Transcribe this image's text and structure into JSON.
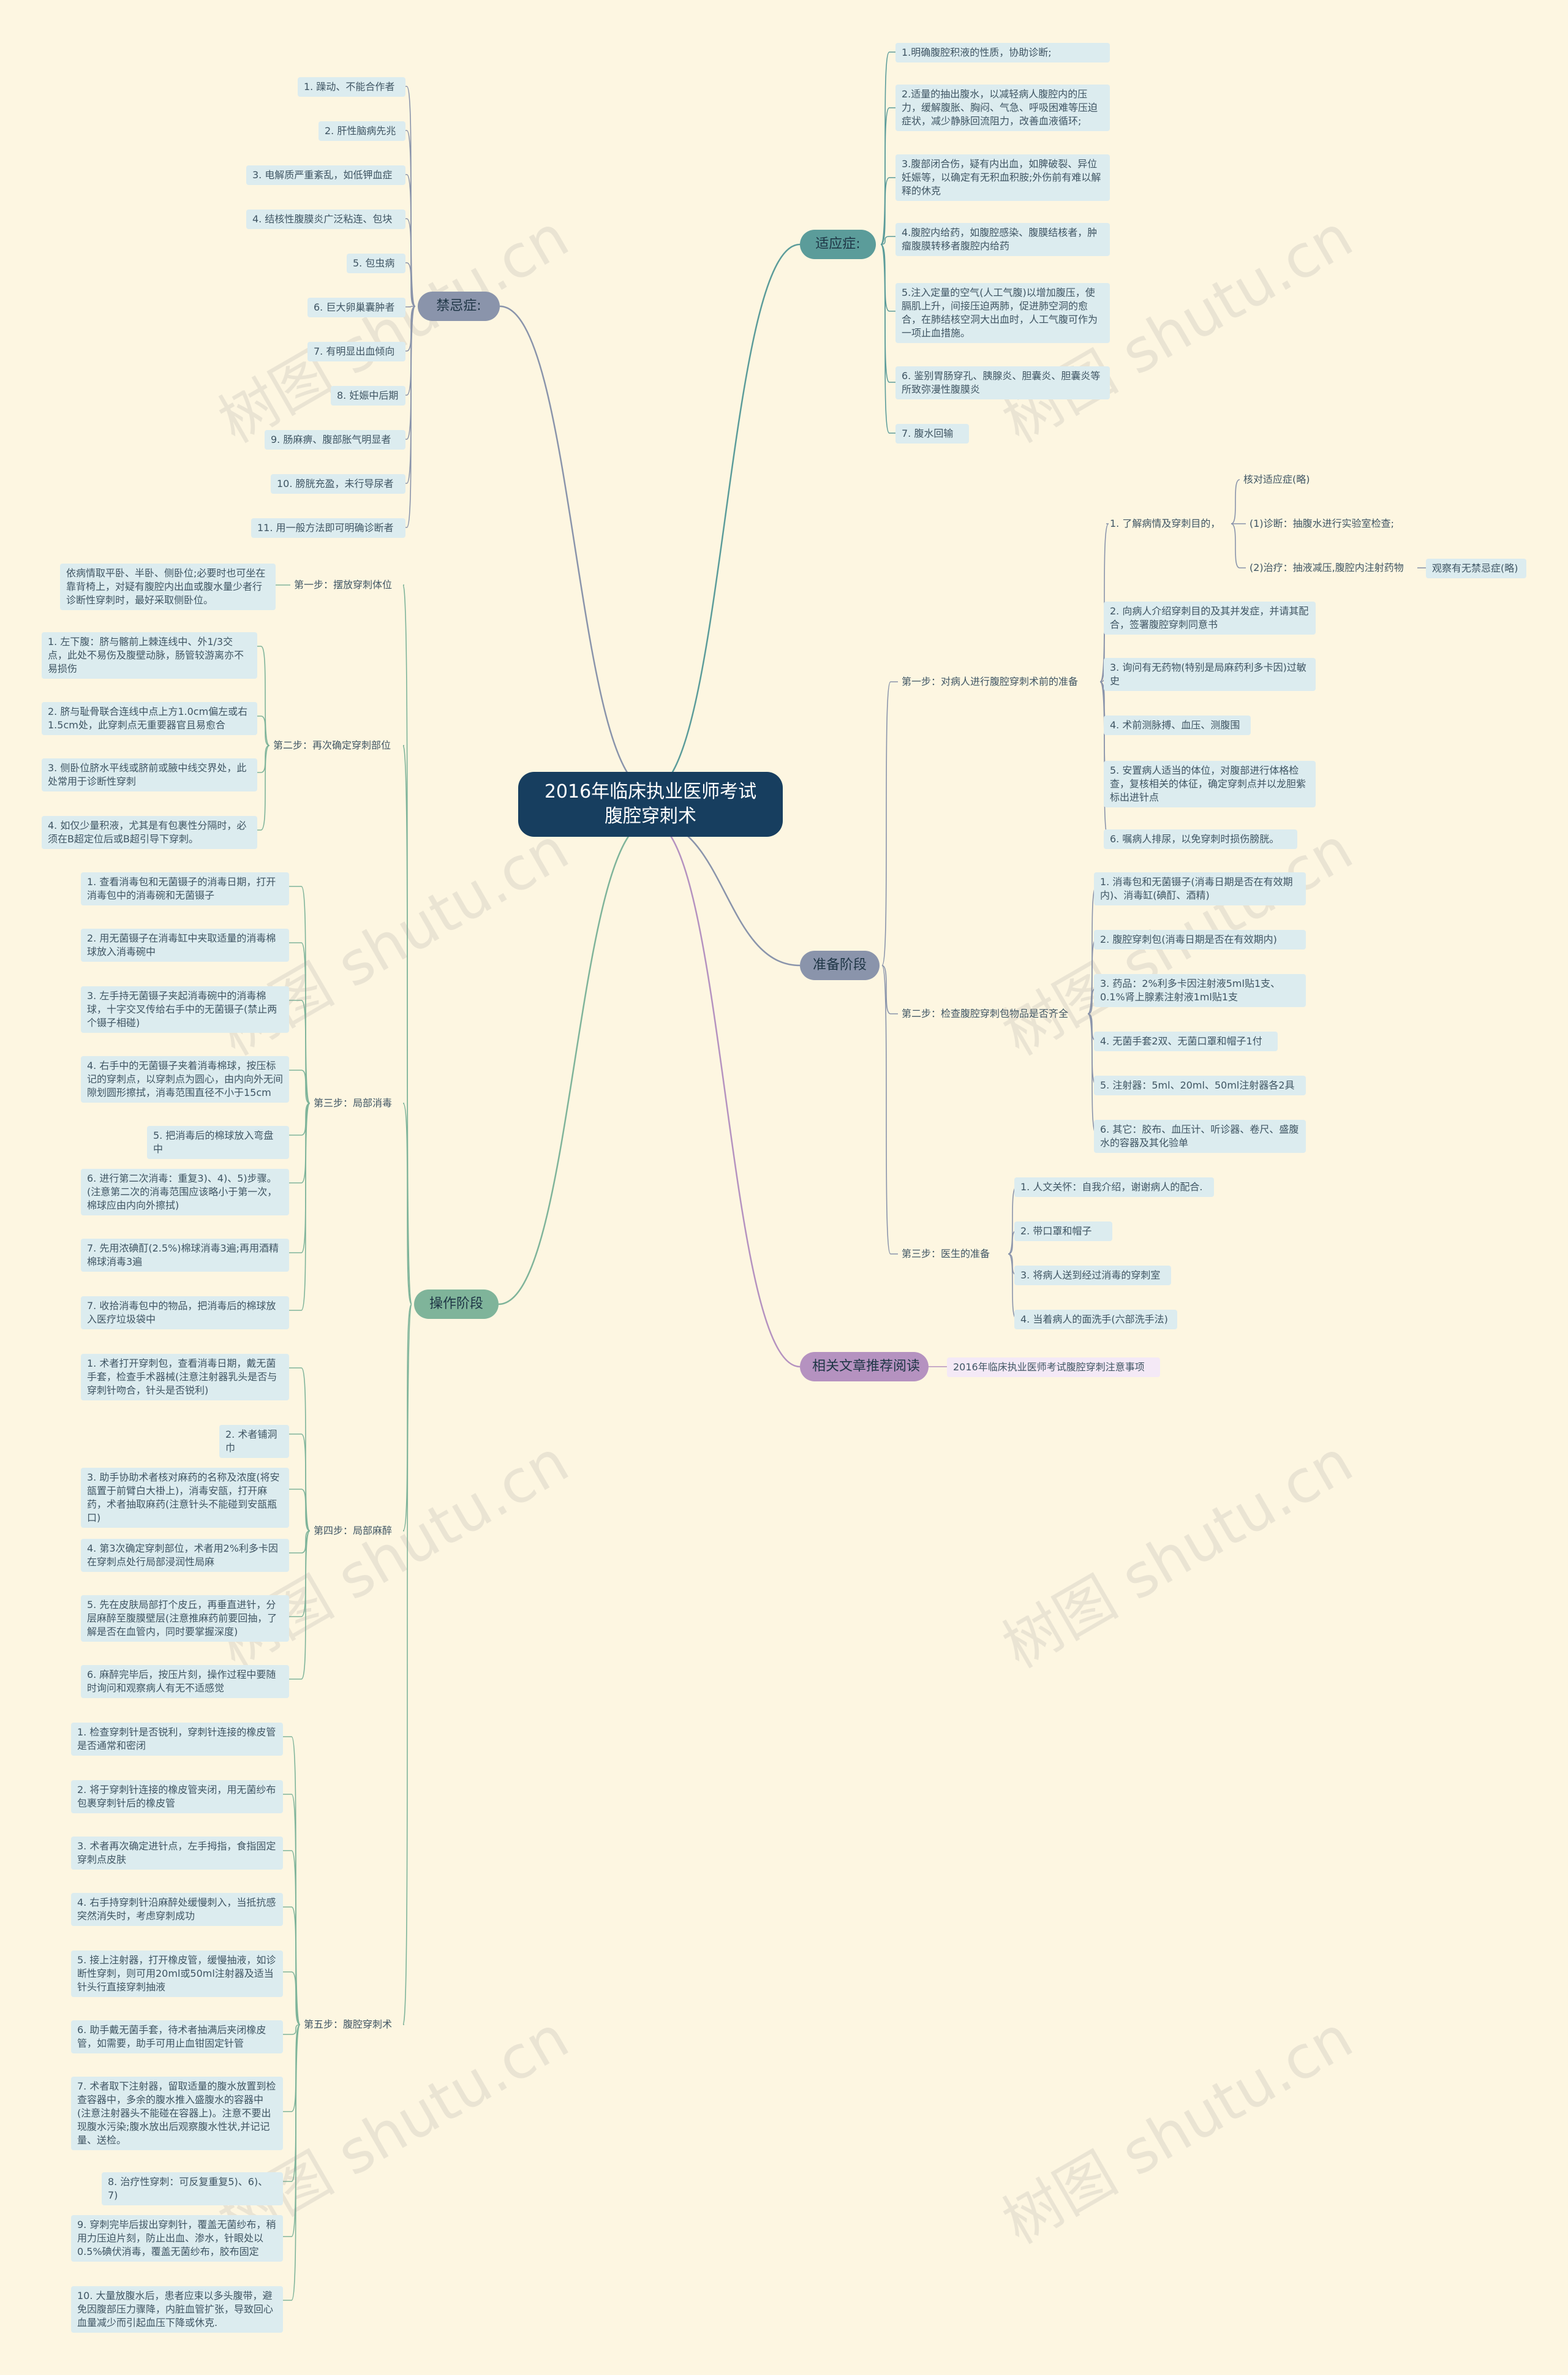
{
  "root": {
    "line1": "2016年临床执业医师考试",
    "line2": "腹腔穿刺术"
  },
  "watermark": {
    "text": "树图 shutu.cn"
  },
  "colors": {
    "background": "#fdf6e1",
    "root": "#173e5f",
    "leaf": "#dcecef",
    "indications": "#5b9c9a",
    "contraindications": "#8a94ab",
    "preparation": "#8a94ab",
    "operation": "#7fb49a",
    "related": "#b592c0"
  },
  "indications": {
    "label": "适应症:",
    "items": [
      "1.明确腹腔积液的性质，协助诊断;",
      "2.适量的抽出腹水，以减轻病人腹腔内的压力，缓解腹胀、胸闷、气急、呼吸困难等压迫症状，减少静脉回流阻力，改善血液循环;",
      "3.腹部闭合伤，疑有内出血，如脾破裂、异位妊娠等，以确定有无积血积胺;外伤前有难以解释的休克",
      "4.腹腔内给药，如腹腔感染、腹膜结核者，肿瘤腹膜转移者腹腔内给药",
      "5.注入定量的空气(人工气腹)以增加腹压，使膈肌上升，间接压迫两肺，促进肺空洞的愈合，在肺结核空洞大出血时，人工气腹可作为一项止血措施。",
      "6. 鉴别胃肠穿孔、胰腺炎、胆囊炎、胆囊炎等所致弥漫性腹膜炎",
      "7. 腹水回输"
    ]
  },
  "contraindications": {
    "label": "禁忌症:",
    "items": [
      "1. 躁动、不能合作者",
      "2. 肝性脑病先兆",
      "3. 电解质严重紊乱，如低钾血症",
      "4. 结核性腹膜炎广泛粘连、包块",
      "5. 包虫病",
      "6. 巨大卵巢囊肿者",
      "7. 有明显出血倾向",
      "8. 妊娠中后期",
      "9. 肠麻痹、腹部胀气明显者",
      "10. 膀胱充盈，未行导尿者",
      "11. 用一般方法即可明确诊断者"
    ]
  },
  "preparation": {
    "label": "准备阶段",
    "step1": {
      "label": "第一步：对病人进行腹腔穿刺术前的准备",
      "s1": {
        "label": "1. 了解病情及穿刺目的，",
        "a": "核对适应症(略)",
        "b": "(1)诊断：抽腹水进行实验室检查;",
        "c": "(2)治疗：抽液减压,腹腔内注射药物",
        "d": "观察有无禁忌症(略)"
      },
      "items": [
        "2. 向病人介绍穿刺目的及其并发症，并请其配合，签署腹腔穿刺同意书",
        "3. 询问有无药物(特别是局麻药利多卡因)过敏史",
        "4. 术前测脉搏、血压、测腹围",
        "5. 安置病人适当的体位，对腹部进行体格检查，复核相关的体征，确定穿刺点并以龙胆紫标出进针点",
        "6. 嘱病人排尿，以免穿刺时损伤膀胱。"
      ]
    },
    "step2": {
      "label": "第二步：检查腹腔穿刺包物品是否齐全",
      "items": [
        "1. 消毒包和无菌镊子(消毒日期是否在有效期内)、消毒缸(碘酊、酒精)",
        "2. 腹腔穿刺包(消毒日期是否在有效期内)",
        "3. 药品：2%利多卡因注射液5ml贴1支、0.1%肾上腺素注射液1ml贴1支",
        "4. 无菌手套2双、无菌口罩和帽子1付",
        "5. 注射器：5ml、20ml、50ml注射器各2具",
        "6. 其它：胶布、血压计、听诊器、卷尺、盛腹水的容器及其化验单"
      ]
    },
    "step3": {
      "label": "第三步：医生的准备",
      "items": [
        "1. 人文关怀：自我介绍，谢谢病人的配合.",
        "2. 带口罩和帽子",
        "3. 将病人送到经过消毒的穿刺室",
        "4. 当着病人的面洗手(六部洗手法)"
      ]
    }
  },
  "related": {
    "label": "相关文章推荐阅读",
    "item": "2016年临床执业医师考试腹腔穿刺注意事项"
  },
  "operation": {
    "label": "操作阶段",
    "step1": {
      "label": "第一步：摆放穿刺体位",
      "items": [
        "依病情取平卧、半卧、侧卧位;必要时也可坐在靠背椅上，对疑有腹腔内出血或腹水量少者行诊断性穿刺时，最好采取侧卧位。"
      ]
    },
    "step2": {
      "label": "第二步：再次确定穿刺部位",
      "items": [
        "1. 左下腹：脐与髂前上棘连线中、外1/3交点，此处不易伤及腹壁动脉，肠管较游离亦不易损伤",
        "2. 脐与耻骨联合连线中点上方1.0cm偏左或右1.5cm处，此穿刺点无重要器官且易愈合",
        "3. 侧卧位脐水平线或脐前或腋中线交界处，此处常用于诊断性穿刺",
        "4. 如仅少量积液，尤其是有包裹性分隔时，必须在B超定位后或B超引导下穿刺。"
      ]
    },
    "step3": {
      "label": "第三步：局部消毒",
      "items": [
        "1. 查看消毒包和无菌镊子的消毒日期，打开消毒包中的消毒碗和无菌镊子",
        "2. 用无菌镊子在消毒缸中夹取适量的消毒棉球放入消毒碗中",
        "3. 左手持无菌镊子夹起消毒碗中的消毒棉球，十字交叉传给右手中的无菌镊子(禁止两个镊子相碰)",
        "4. 右手中的无菌镊子夹着消毒棉球，按压标记的穿刺点，以穿刺点为圆心，由内向外无间隙划圆形擦拭，消毒范围直径不小于15cm",
        "5. 把消毒后的棉球放入弯盘中",
        "6. 进行第二次消毒：重复3)、4)、5)步骤。(注意第二次的消毒范围应该略小于第一次，棉球应由内向外擦拭)",
        "7. 先用浓碘酊(2.5%)棉球消毒3遍;再用酒精棉球消毒3遍",
        "7. 收拾消毒包中的物品，把消毒后的棉球放入医疗垃圾袋中"
      ]
    },
    "step4": {
      "label": "第四步：局部麻醉",
      "items": [
        "1. 术者打开穿刺包，查看消毒日期，戴无菌手套，检查手术器械(注意注射器乳头是否与穿刺针吻合，针头是否锐利)",
        "2. 术者铺洞巾",
        "3. 助手协助术者核对麻药的名称及浓度(将安瓿置于前臂白大褂上)，消毒安瓿，打开麻药，术者抽取麻药(注意针头不能碰到安瓿瓶口)",
        "4. 第3次确定穿刺部位，术者用2%利多卡因在穿刺点处行局部浸润性局麻",
        "5. 先在皮肤局部打个皮丘，再垂直进针，分层麻醉至腹膜壁层(注意推麻药前要回抽，了解是否在血管内，同时要掌握深度)",
        "6. 麻醉完毕后，按压片刻，操作过程中要随时询问和观察病人有无不适感觉"
      ]
    },
    "step5": {
      "label": "第五步：腹腔穿刺术",
      "items": [
        "1. 检查穿刺针是否锐利，穿刺针连接的橡皮管是否通常和密闭",
        "2. 将于穿刺针连接的橡皮管夹闭，用无菌纱布包裹穿刺针后的橡皮管",
        "3. 术者再次确定进针点，左手拇指，食指固定穿刺点皮肤",
        "4. 右手持穿刺针沿麻醉处缓慢刺入，当抵抗感突然消失时，考虑穿刺成功",
        "5. 接上注射器，打开橡皮管，缓慢抽液，如诊断性穿刺，则可用20ml或50ml注射器及适当针头行直接穿刺抽液",
        "6. 助手戴无菌手套，待术者抽满后夹闭橡皮管，如需要，助手可用止血钳固定针管",
        "7. 术者取下注射器，留取适量的腹水放置到检查容器中，多余的腹水推入盛腹水的容器中(注意注射器头不能碰在容器上)。注意不要出现腹水污染;腹水放出后观察腹水性状,并记记量、送检。",
        "8. 治疗性穿刺：可反复重复5)、6)、7)",
        "9. 穿刺完毕后拔出穿刺针，覆盖无菌纱布，稍用力压迫片刻，防止出血、渗水，针眼处以0.5%碘伏消毒，覆盖无菌纱布，胶布固定",
        "10. 大量放腹水后，患者应束以多头腹带，避免因腹部压力骤降，内脏血管扩张，导致回心血量减少而引起血压下降或休克."
      ]
    }
  }
}
